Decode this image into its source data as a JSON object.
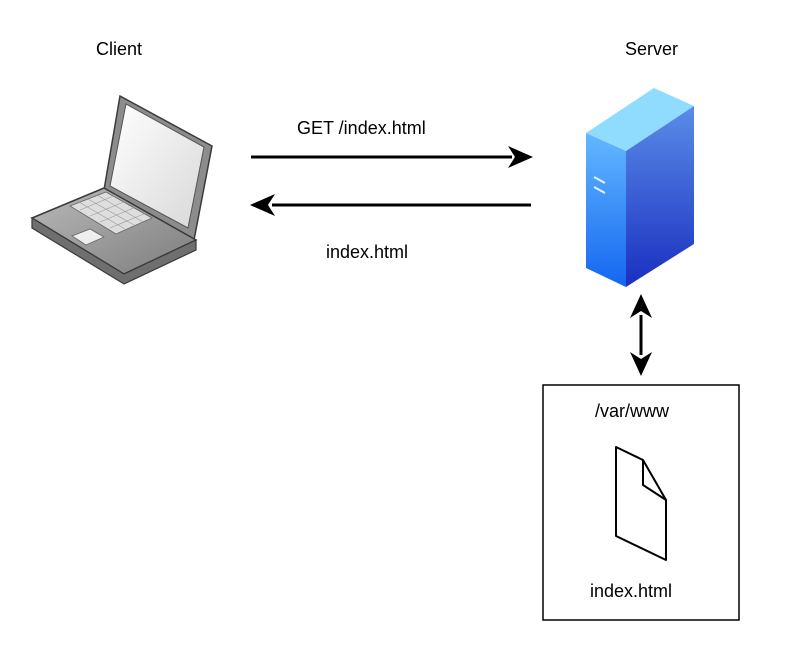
{
  "client": {
    "label": "Client"
  },
  "server": {
    "label": "Server"
  },
  "request": {
    "label": "GET /index.html"
  },
  "response": {
    "label": "index.html"
  },
  "storage": {
    "directory": "/var/www",
    "file": "index.html"
  },
  "colors": {
    "line": "#000000",
    "laptop_body": "#a9a9a9",
    "server_front": "#1f6fe6",
    "server_side": "#2a53d8",
    "server_top": "#7fd3ff"
  }
}
